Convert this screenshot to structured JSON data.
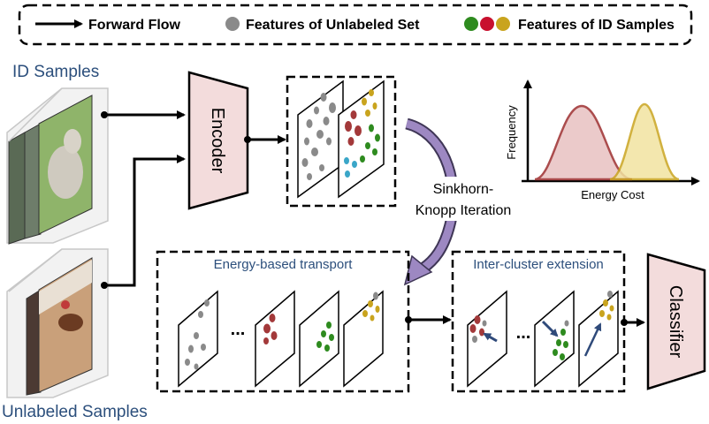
{
  "legend": {
    "forward_flow": "Forward Flow",
    "unlabeled_features": "Features of Unlabeled Set",
    "id_features": "Features of ID Samples"
  },
  "inputs": {
    "id_samples": "ID Samples",
    "unlabeled_samples": "Unlabeled Samples"
  },
  "encoder": {
    "label": "Encoder"
  },
  "iteration": {
    "line1": "Sinkhorn-",
    "line2": "Knopp Iteration"
  },
  "energy_chart": {
    "ylabel": "Frequency",
    "xlabel": "Energy Cost"
  },
  "transport": {
    "title": "Energy-based transport",
    "ellipsis": "..."
  },
  "extension": {
    "title": "Inter-cluster extension",
    "ellipsis": "..."
  },
  "classifier": {
    "label": "Classifier"
  },
  "colors": {
    "gray": "#8a8a8a",
    "green": "#2e8b1f",
    "red": "#a3393a",
    "gold": "#c9a41e",
    "cyan": "#3aa6c8",
    "pink": "#f3dcdc",
    "arrow_purple": "#8e78b3",
    "arrow_blue": "#2f4a7a"
  }
}
